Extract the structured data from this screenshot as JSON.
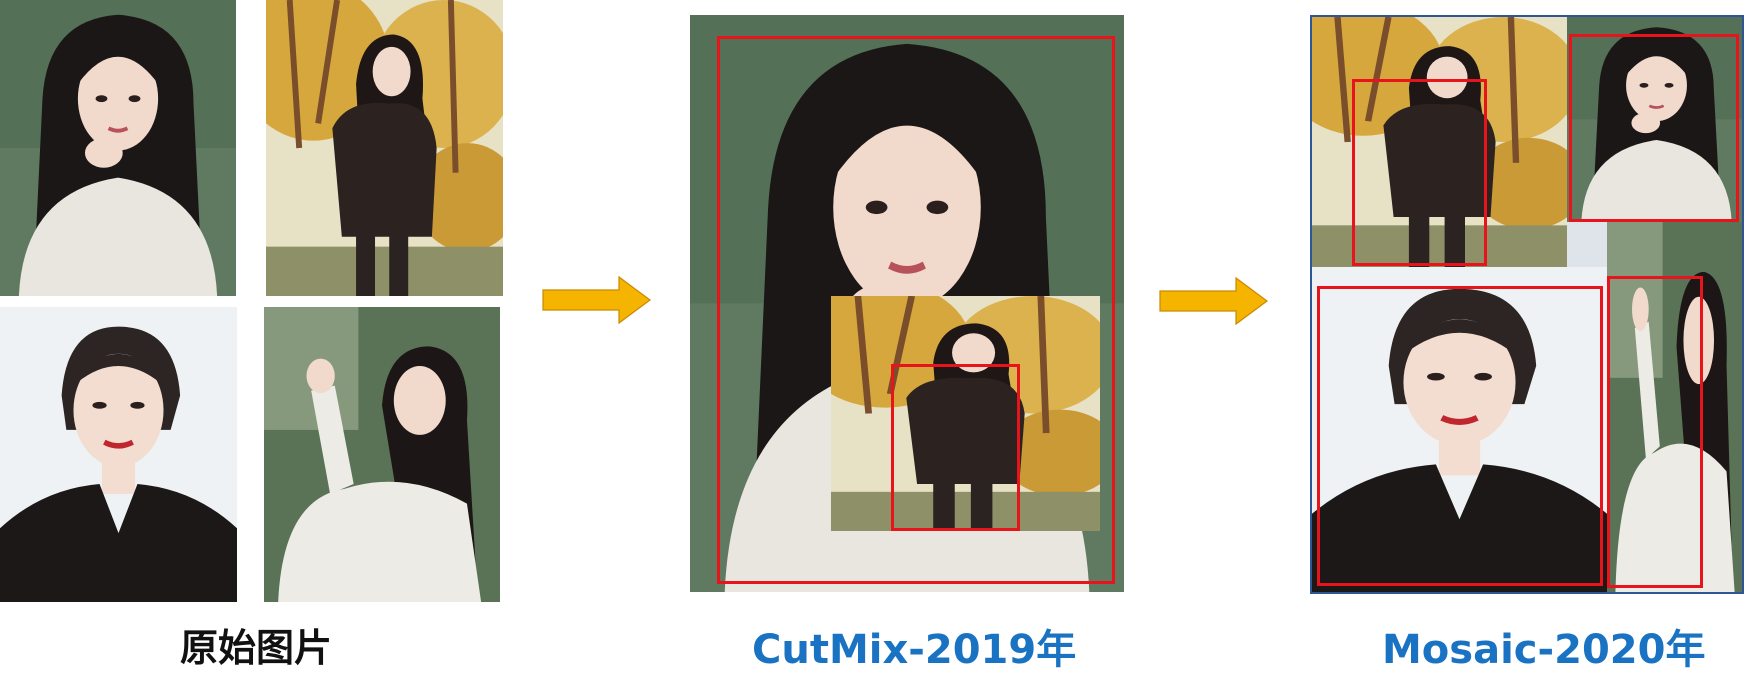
{
  "captions": {
    "original": "原始图片",
    "cutmix": "CutMix-2019年",
    "mosaic": "Mosaic-2020年"
  },
  "colors": {
    "bbox": "#e8141b",
    "arrow": "#f4b400",
    "caption_blue": "#1a73c2",
    "mosaic_border": "#2f5597"
  },
  "icons": {
    "arrow": "right-arrow-icon"
  }
}
